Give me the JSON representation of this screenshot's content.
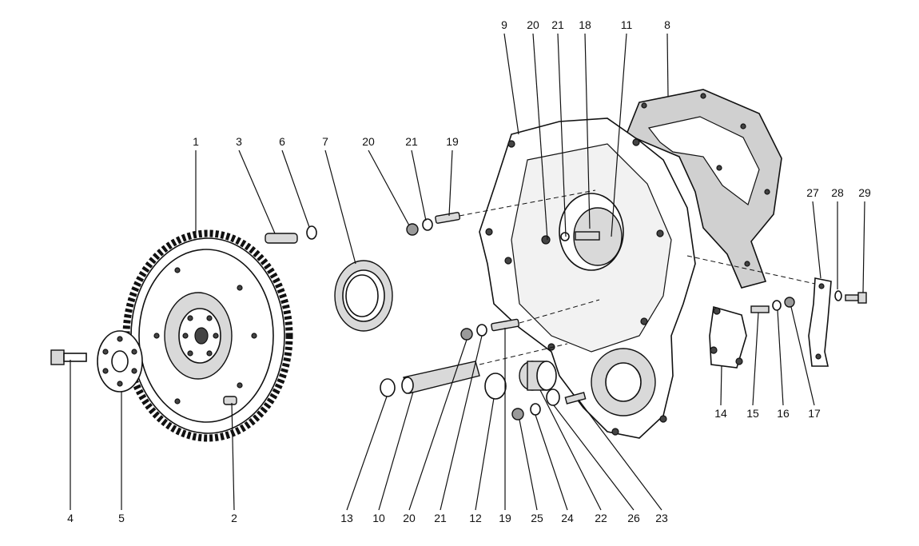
{
  "callouts": [
    {
      "id": "c1",
      "text": "1"
    },
    {
      "id": "c3",
      "text": "3"
    },
    {
      "id": "c6",
      "text": "6"
    },
    {
      "id": "c7",
      "text": "7"
    },
    {
      "id": "c20a",
      "text": "20"
    },
    {
      "id": "c21a",
      "text": "21"
    },
    {
      "id": "c19a",
      "text": "19"
    },
    {
      "id": "c9",
      "text": "9"
    },
    {
      "id": "c20b",
      "text": "20"
    },
    {
      "id": "c21b",
      "text": "21"
    },
    {
      "id": "c18",
      "text": "18"
    },
    {
      "id": "c11",
      "text": "11"
    },
    {
      "id": "c8",
      "text": "8"
    },
    {
      "id": "c27",
      "text": "27"
    },
    {
      "id": "c28",
      "text": "28"
    },
    {
      "id": "c29",
      "text": "29"
    },
    {
      "id": "c14",
      "text": "14"
    },
    {
      "id": "c15",
      "text": "15"
    },
    {
      "id": "c16",
      "text": "16"
    },
    {
      "id": "c17",
      "text": "17"
    },
    {
      "id": "c4",
      "text": "4"
    },
    {
      "id": "c5",
      "text": "5"
    },
    {
      "id": "c2",
      "text": "2"
    },
    {
      "id": "c13",
      "text": "13"
    },
    {
      "id": "c10",
      "text": "10"
    },
    {
      "id": "c20c",
      "text": "20"
    },
    {
      "id": "c21c",
      "text": "21"
    },
    {
      "id": "c12",
      "text": "12"
    },
    {
      "id": "c19b",
      "text": "19"
    },
    {
      "id": "c25",
      "text": "25"
    },
    {
      "id": "c24",
      "text": "24"
    },
    {
      "id": "c22",
      "text": "22"
    },
    {
      "id": "c26",
      "text": "26"
    },
    {
      "id": "c23",
      "text": "23"
    }
  ]
}
